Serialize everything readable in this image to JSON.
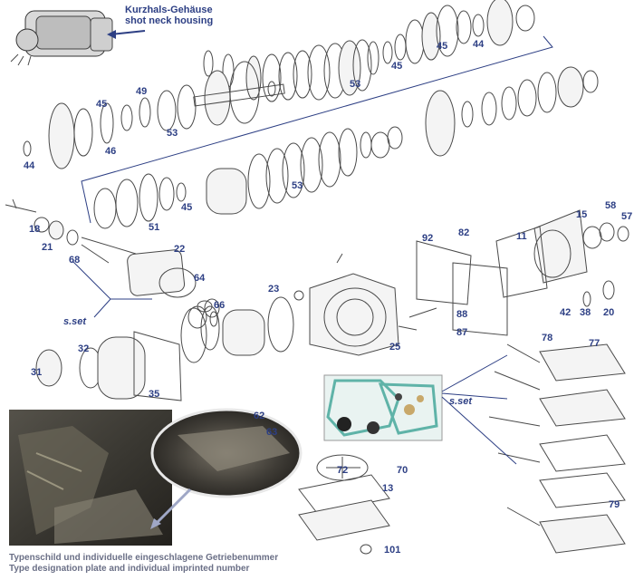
{
  "housing_label": {
    "line1": "Kurzhals-Gehäuse",
    "line2": "shot neck housing"
  },
  "plate_caption": {
    "line1": "Typenschild und individuelle eingeschlagene Getriebenummer",
    "line2": "Type designation plate and individual imprinted number"
  },
  "set_labels": [
    "s.set",
    "s.set"
  ],
  "callouts": [
    "44",
    "45",
    "53",
    "45",
    "44",
    "49",
    "53",
    "46",
    "45",
    "53",
    "51",
    "45",
    "18",
    "21",
    "22",
    "68",
    "64",
    "66",
    "23",
    "92",
    "82",
    "11",
    "15",
    "58",
    "57",
    "88",
    "87",
    "42",
    "38",
    "20",
    "25",
    "78",
    "77",
    "32",
    "31",
    "35",
    "62",
    "63",
    "72",
    "70",
    "13",
    "79",
    "101"
  ],
  "colors": {
    "callout": "#2d3f84",
    "caption": "#6a6f86",
    "line": "#4a4a4a",
    "gasket": "#5fb3a8"
  }
}
